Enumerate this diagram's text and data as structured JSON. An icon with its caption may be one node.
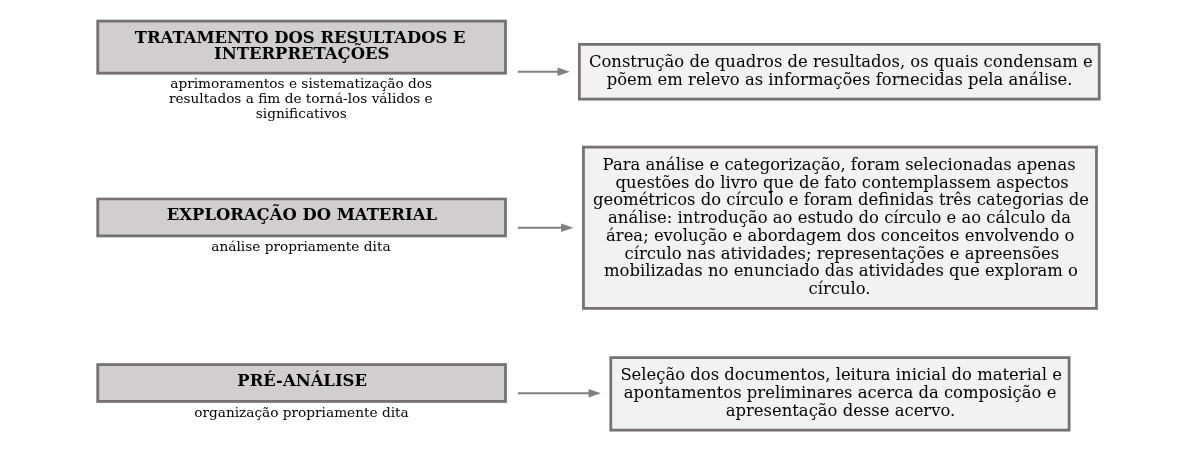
{
  "diagram": {
    "nodes": [
      {
        "text": [
          "PRÉ-ANÁLISE"
        ],
        "beside": [
          "organização propriamente dita"
        ]
      },
      {
        "text": [
          "Seleção dos documentos, leitura inicial do material e apontamentos preliminares acerca da composição e apresentação desse acervo."
        ]
      },
      {
        "text": [
          "EXPLORAÇÃO DO MATERIAL"
        ],
        "beside": [
          "análise propriamente dita"
        ]
      },
      {
        "text": [
          "Para análise e categorização, foram selecionadas apenas questões do livro que de fato contemplassem aspectos geométricos do círculo e foram definidas três categorias de análise: introdução ao estudo do círculo e ao cálculo da área; evolução e abordagem dos conceitos envolvendo o círculo nas atividades; representações e apreensões mobilizadas no enunciado das atividades que exploram o círculo."
        ]
      },
      {
        "text": [
          "TRATAMENTO DOS RESULTADOS E INTERPRETAÇÕES"
        ],
        "beside": [
          "aprimoramentos e sistematização dos resultados a fim de torná-los válidos e significativos"
        ]
      },
      {
        "text": [
          "Construção de quadros de resultados, os quais condensam e põem em relevo as informações fornecidas pela análise."
        ]
      }
    ],
    "edges": [
      {
        "from": 0,
        "to": 1,
        "arrow": "to"
      },
      {
        "from": 2,
        "to": 3,
        "arrow": "to"
      },
      {
        "from": 4,
        "to": 5,
        "arrow": "to"
      }
    ]
  }
}
